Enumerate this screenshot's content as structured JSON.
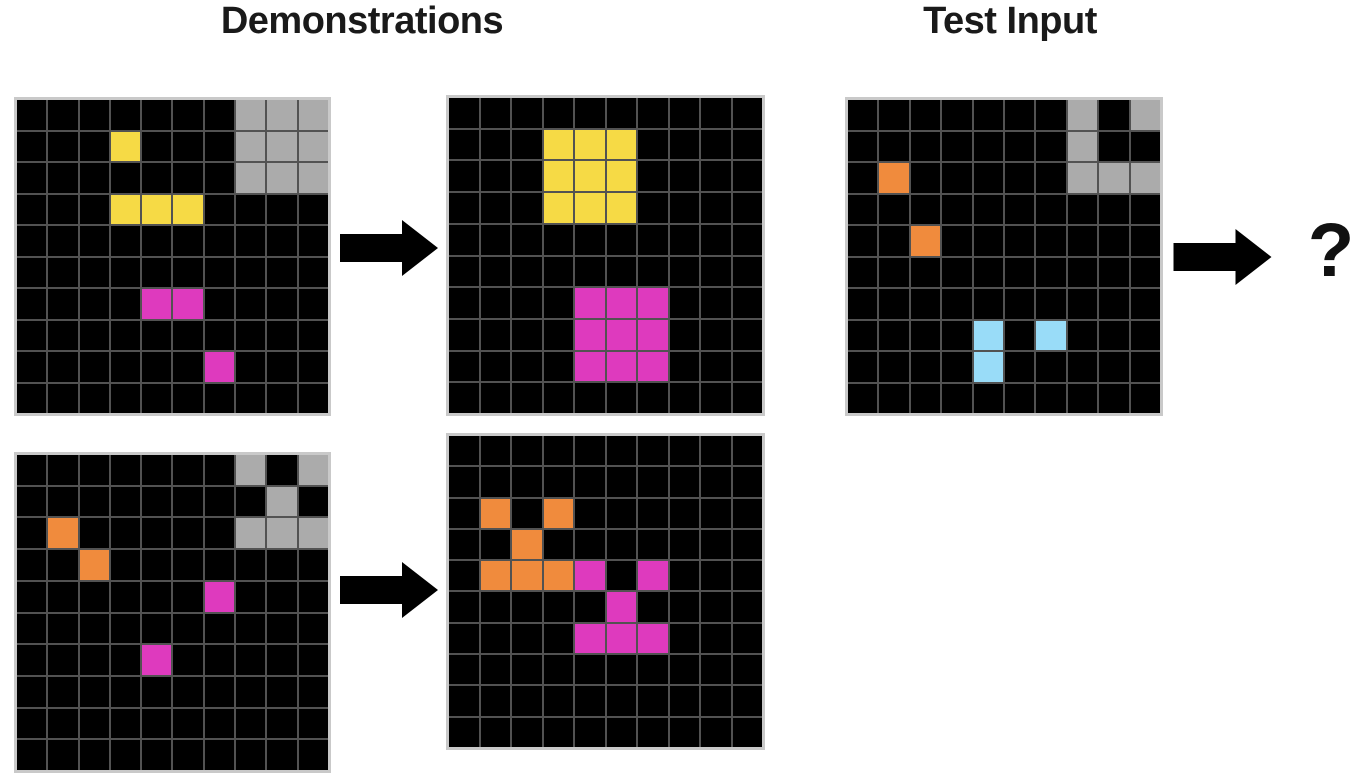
{
  "titles": {
    "demonstrations": "Demonstrations",
    "test_input": "Test Input"
  },
  "question_mark": "?",
  "icons": {
    "demo1_arrow": "right-arrow-icon",
    "demo2_arrow": "right-arrow-icon",
    "test_arrow": "right-arrow-icon"
  },
  "colors": {
    "background": "#ffffff",
    "grid_line": "#525252",
    "grid_border": "#c9c9c9",
    "arrow": "#000000",
    ".": "#000000",
    "Y": "#f6da45",
    "M": "#de3abe",
    "O": "#f08b3d",
    "G": "#ababab",
    "B": "#99dcf8"
  },
  "color_legend": {
    ".": "black-empty",
    "Y": "yellow",
    "M": "magenta",
    "O": "orange",
    "G": "gray",
    "B": "light-blue"
  },
  "grids": {
    "demo1_input": {
      "size": [
        10,
        10
      ],
      "rows": [
        ".......GGG",
        "...Y...GGG",
        ".......GGG",
        "...YYY....",
        "..........",
        "..........",
        "....MM....",
        "..........",
        "......M...",
        ".........."
      ]
    },
    "demo1_output": {
      "size": [
        10,
        10
      ],
      "rows": [
        "..........",
        "...YYY....",
        "...YYY....",
        "...YYY....",
        "..........",
        "..........",
        "....MMM...",
        "....MMM...",
        "....MMM...",
        ".........."
      ]
    },
    "demo2_input": {
      "size": [
        10,
        10
      ],
      "rows": [
        ".......G.G",
        "........G.",
        ".O.....GGG",
        "..O.......",
        "......M...",
        "..........",
        "....M.....",
        "..........",
        "..........",
        ".........."
      ]
    },
    "demo2_output": {
      "size": [
        10,
        10
      ],
      "rows": [
        "..........",
        "..........",
        ".O.O......",
        "..O.......",
        ".OOOM.M...",
        ".....M....",
        "....MMM...",
        "..........",
        "..........",
        ".........."
      ]
    },
    "test_input": {
      "size": [
        10,
        10
      ],
      "rows": [
        ".......G.G",
        ".......G..",
        ".O.....GGG",
        "..........",
        "..O.......",
        "..........",
        "..........",
        "....B.B...",
        "....B.....",
        ".........."
      ]
    }
  }
}
